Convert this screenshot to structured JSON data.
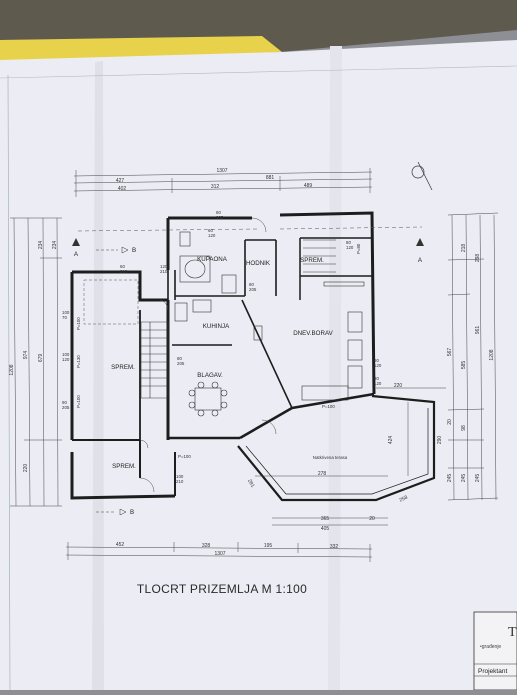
{
  "drawing": {
    "title": "TLOCRT PRIZEMLJA  M 1:100",
    "rooms": {
      "kupaona": "KUPAONA",
      "hodnik": "HODNIK",
      "sprem_top": "SPREM.",
      "kuhinja": "KUHINJA",
      "dnev_borav": "DNEV.BORAV",
      "sprem_left": "SPREM.",
      "blagav": "BLAGAV.",
      "sprem_bottom": "SPREM.",
      "natkrivena_terasa": "Natkrivena terasa"
    },
    "section_marks": {
      "a_left": "A",
      "a_right": "A",
      "b_top": "B",
      "b_bottom": "B"
    },
    "dimensions": {
      "top_total": "1307",
      "top_row2": [
        "427",
        "881"
      ],
      "top_row3": [
        "402",
        "312",
        "489"
      ],
      "bottom_row1": [
        "452",
        "328",
        "195",
        "332"
      ],
      "bottom_total": "1307",
      "terrace_inner": "278",
      "terrace_row": [
        "365",
        "20"
      ],
      "terrace_total": "405",
      "terrace_right": "424",
      "terrace_diag_left": "281",
      "terrace_diag_right": "258",
      "right_terrace_top": "220",
      "right_terrace_height": "290",
      "left_vertical_outer": "1208",
      "left_vertical_mid": [
        "974",
        "220"
      ],
      "left_vertical_inner": [
        "234",
        "679"
      ],
      "left_top_small": "234",
      "right_vertical_outer": "1208",
      "right_vertical_mid": [
        "961"
      ],
      "right_vertical_a": [
        "218",
        "298",
        "567",
        "585"
      ],
      "right_vertical_small": [
        "98",
        "245",
        "245",
        "245",
        "20"
      ]
    },
    "openings": {
      "o1": "80\n205",
      "o2": "60\n210",
      "o3": "120\n210",
      "o4": "80\n205",
      "o5": "100\n70",
      "o6": "100\n120",
      "o7": "80\n120",
      "o8": "80\n205",
      "o9": "90\n205",
      "o10": "80\n120",
      "o11": "100\n210",
      "o12": "60\n120",
      "o13": "80\n120",
      "p1": "P=100",
      "p2": "P=130",
      "p3": "P=100",
      "p4": "P=100",
      "p5": "P=80",
      "p6": "P=100"
    },
    "stamp": {
      "letter": "T",
      "line1": "•građenje",
      "line2": "Projektant"
    }
  }
}
